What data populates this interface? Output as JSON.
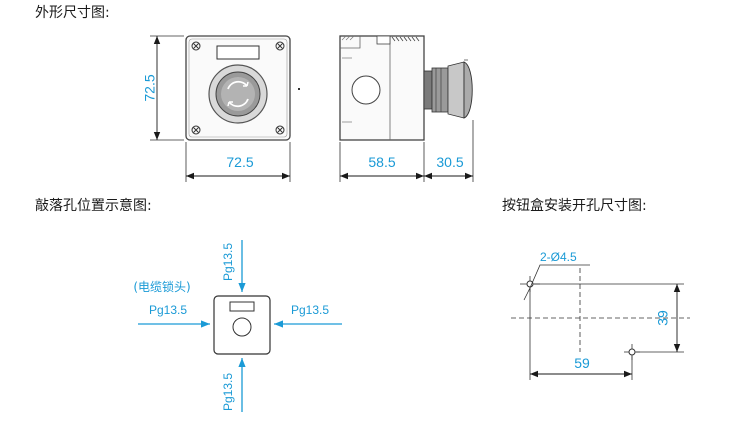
{
  "titles": {
    "outline": "外形尺寸图:",
    "knockout": "敲落孔位置示意图:",
    "mounting": "按钮盒安装开孔尺寸图:"
  },
  "outline": {
    "height": "72.5",
    "width": "72.5",
    "depth_box": "58.5",
    "depth_button": "30.5"
  },
  "knockout": {
    "top": "Pg13.5",
    "left": "Pg13.5",
    "right": "Pg13.5",
    "bottom": "Pg13.5",
    "cable_lock": "(电缆锁头)"
  },
  "mounting": {
    "holes": "2-Ø4.5",
    "horizontal": "59",
    "vertical": "39"
  },
  "colors": {
    "dimension": "#1a9ad6",
    "line": "#333333"
  }
}
